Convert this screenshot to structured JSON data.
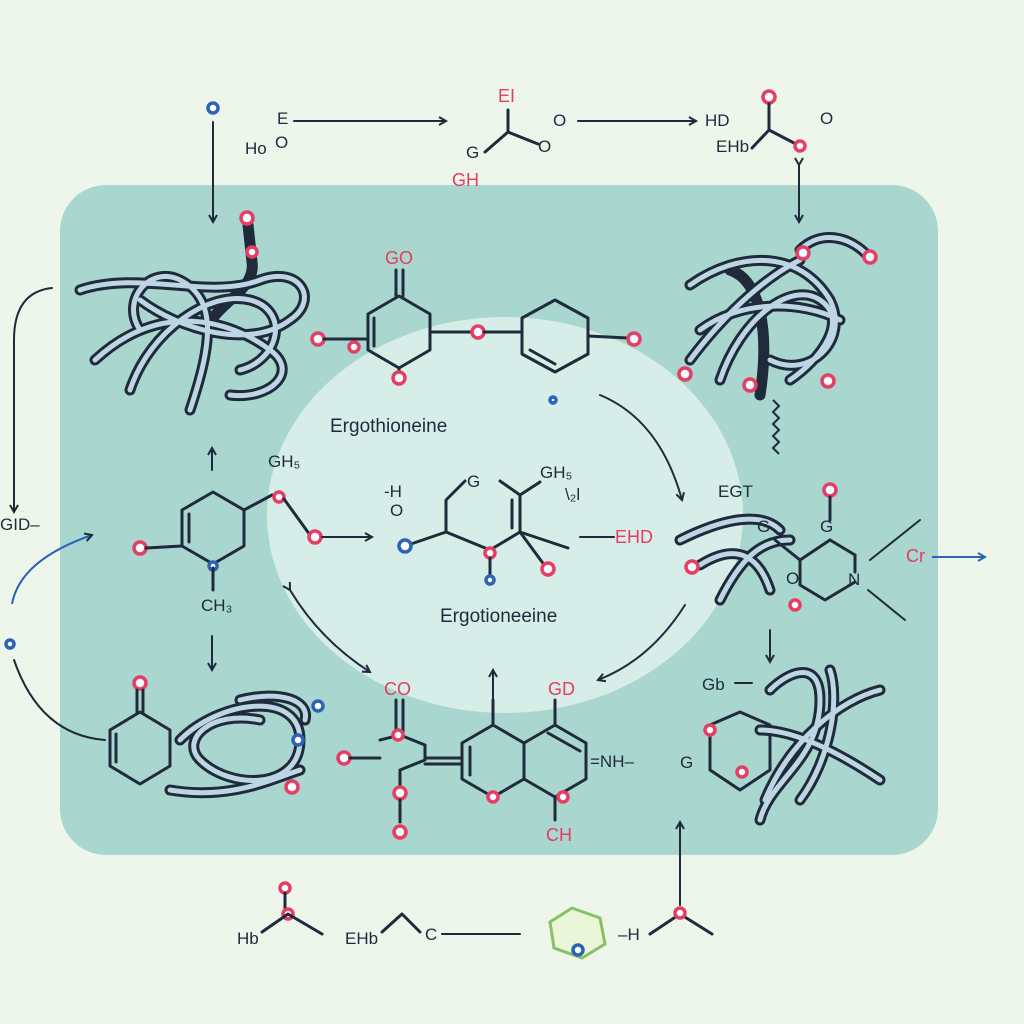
{
  "colors": {
    "background": "#eef6ec",
    "panel": "#a9d6cf",
    "ellipse": "#d6eee7",
    "ink": "#1f2a3a",
    "oxygen": "#e53d63",
    "nitrogen": "#2a63b8"
  },
  "labels": {
    "ergothioneine_1": "Ergothioneine",
    "ergothioneine_2": "Ergotioneeine",
    "top_e": "E",
    "top_ho": "Ho",
    "top_o1": "O",
    "top_ei": "EI",
    "top_g": "G",
    "top_gh": "GH",
    "top_o2": "O",
    "top_o3": "O",
    "top_hd": "HD",
    "top_ehb": "EHb",
    "top_o4": "O",
    "ring_go": "GO",
    "left_ghs": "GH₅",
    "left_ch3": "CH₃",
    "left_gd": "GID–",
    "center_h": "-H",
    "center_o": "O",
    "center_g": "G",
    "center_ghs": "GH₅",
    "center_ext": "\\₂l",
    "right_egt": "EGT",
    "right_ehd": "EHD",
    "right_g": "G",
    "right_n": "N",
    "right_cr": "Cr",
    "right_o": "O",
    "right_gb": "Gb",
    "bottom_co": "CO",
    "bottom_gd": "GD",
    "bottom_ch": "CH",
    "bottom_nh": "=NH–",
    "bottom_g": "G",
    "foot_hb": "Hb",
    "foot_ehb": "EHb",
    "foot_c": "C",
    "foot_h": "–H"
  }
}
